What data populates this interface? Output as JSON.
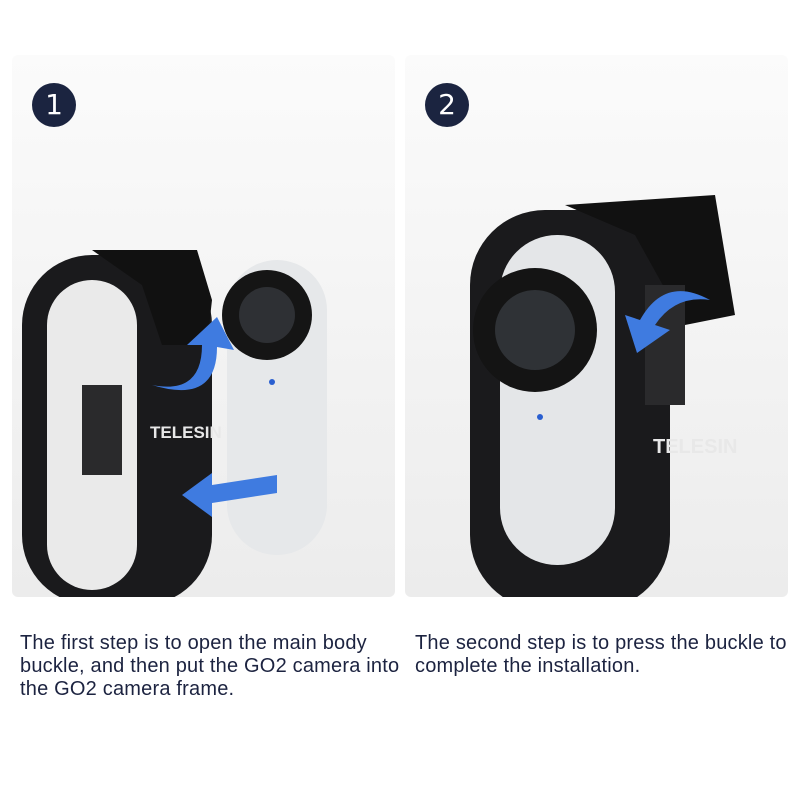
{
  "steps": [
    {
      "number": "1",
      "caption": "The first step is to open the main body buckle, and then put the GO2 camera into the GO2 camera frame.",
      "brand": "TELESIN"
    },
    {
      "number": "2",
      "caption": "The second step is to press the buckle to complete the installation.",
      "brand": "TELESIN"
    }
  ],
  "colors": {
    "badge": "#1b2440",
    "arrow": "#3f7be0",
    "caption": "#1c2340"
  }
}
